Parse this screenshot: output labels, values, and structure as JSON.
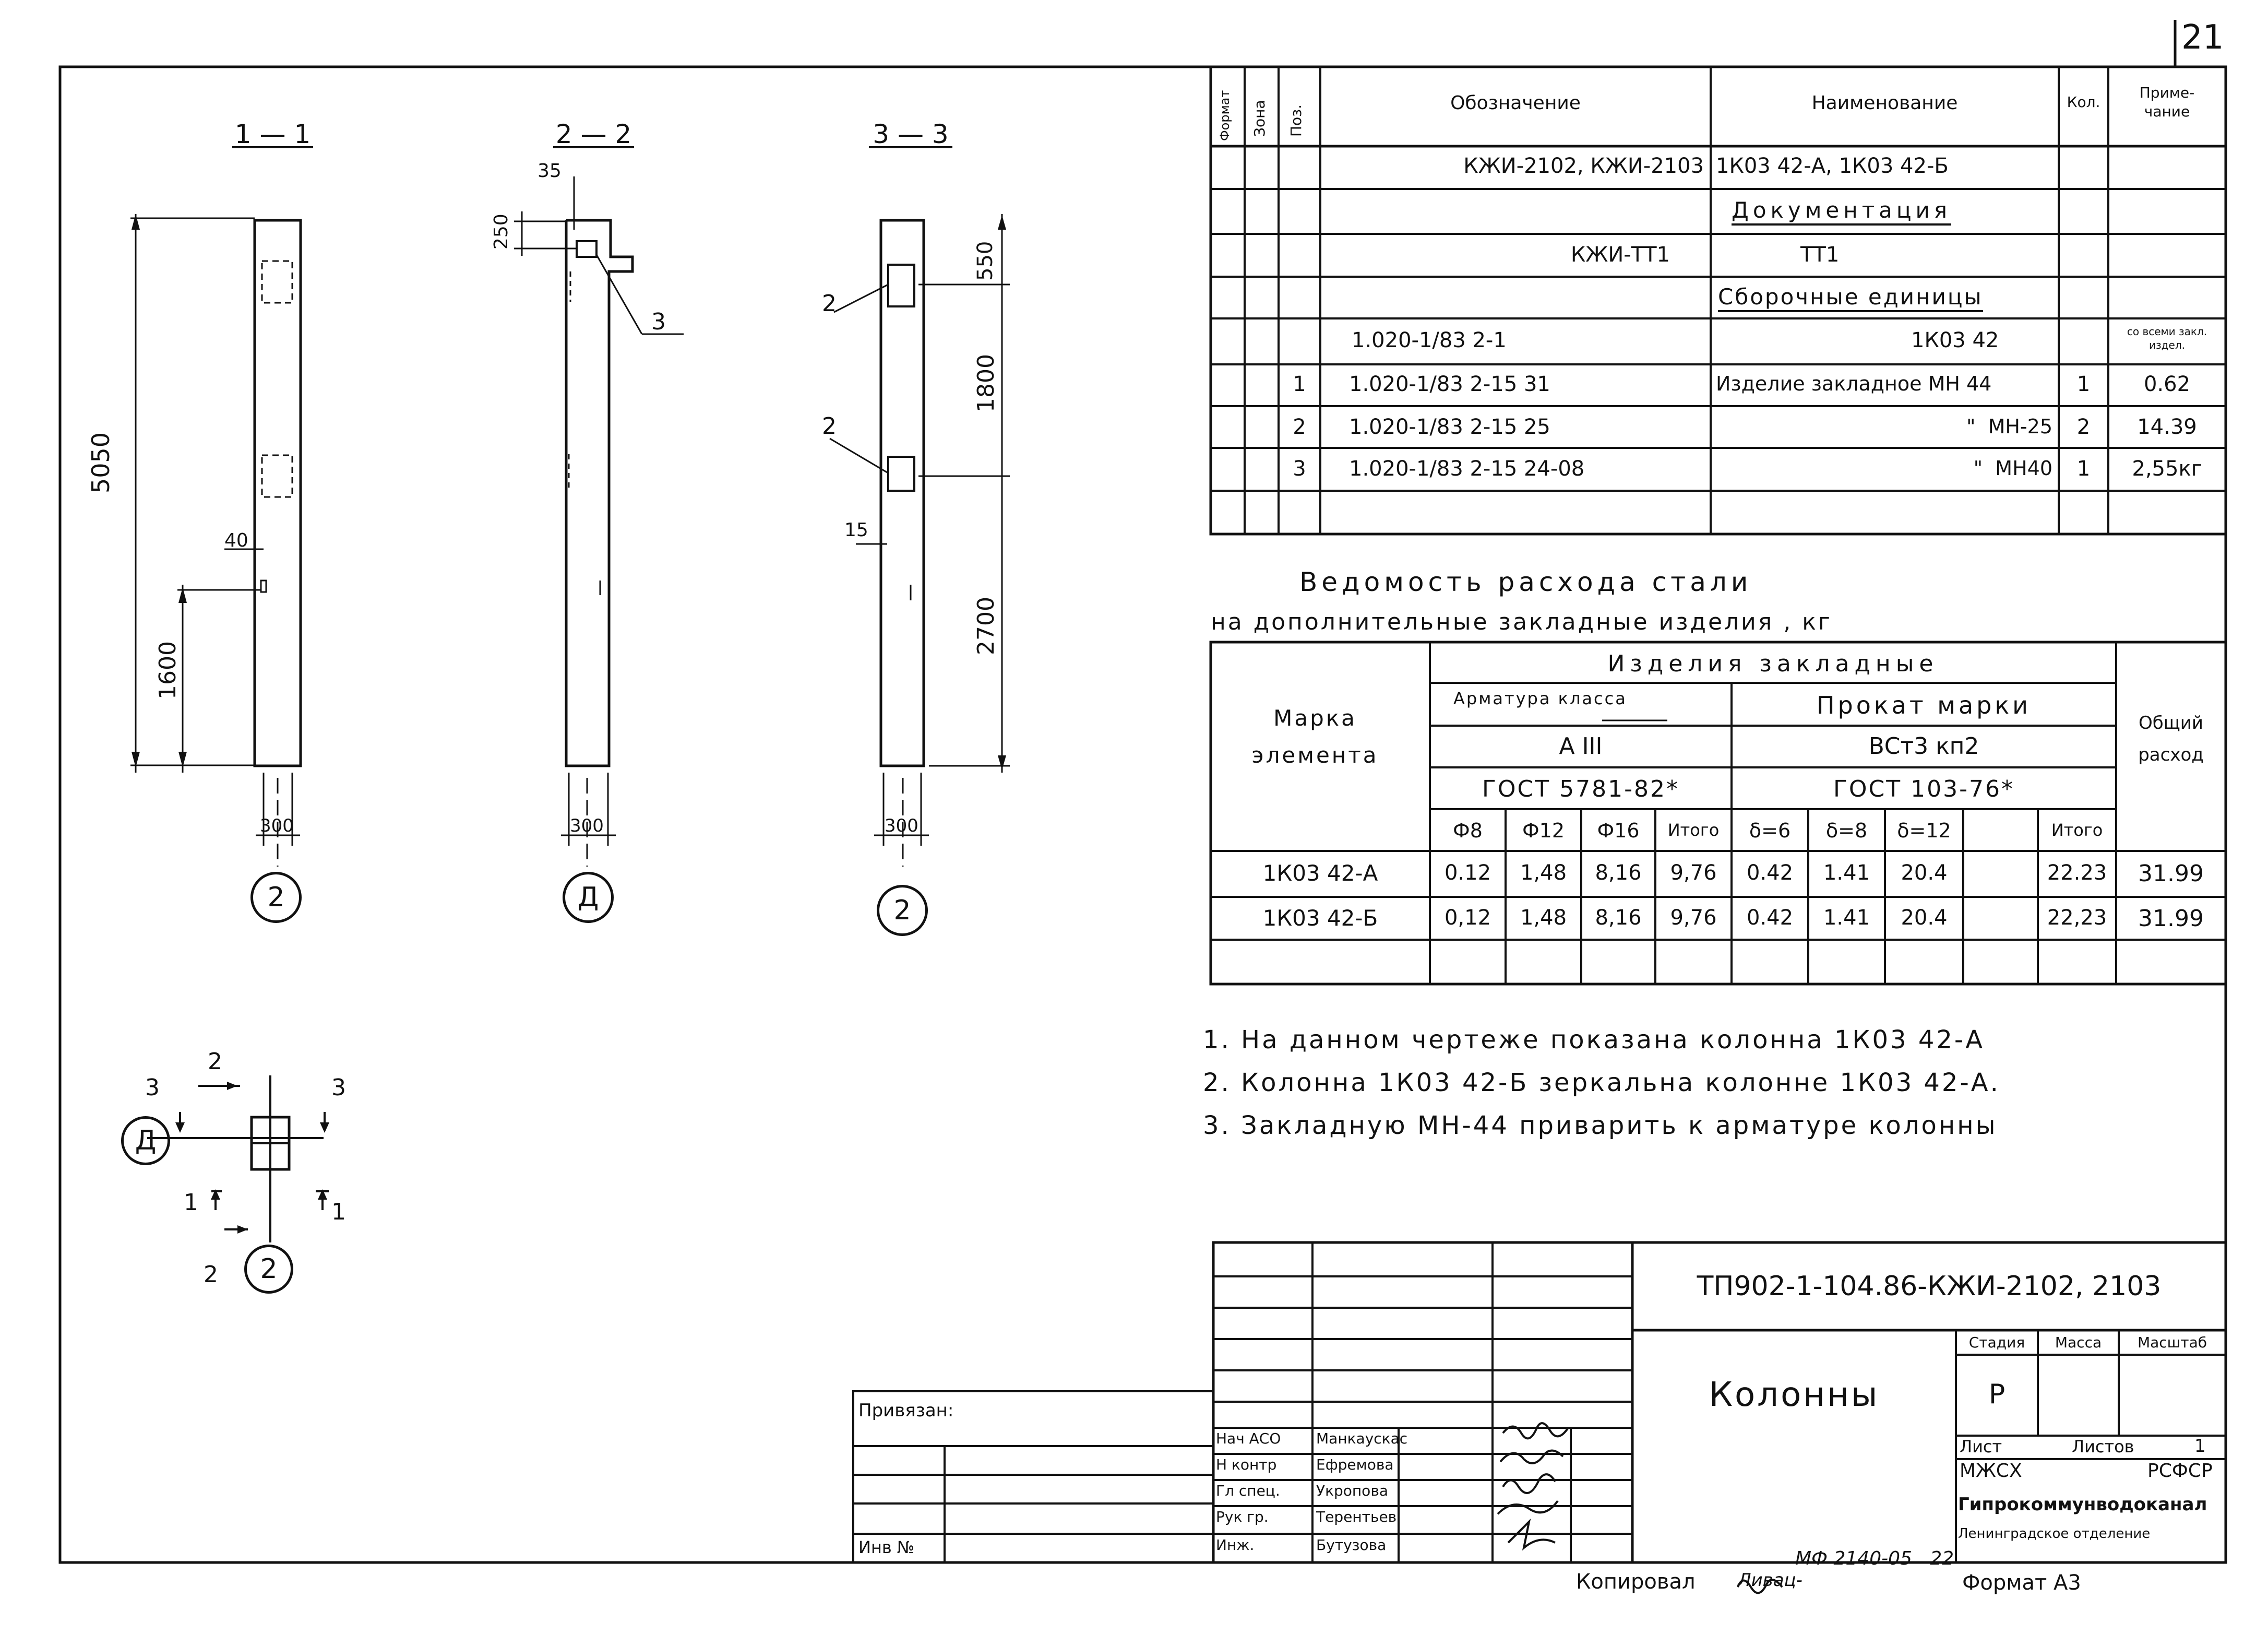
{
  "page_number": "21",
  "sections": {
    "s1": {
      "label": "1 — 1",
      "dims": [
        "5050",
        "1600",
        "40",
        "300"
      ],
      "axis": "2"
    },
    "s2": {
      "label": "2 — 2",
      "dims": [
        "35",
        "250",
        "300"
      ],
      "callout": "3",
      "axis": "Д"
    },
    "s3": {
      "label": "3 — 3",
      "dims": [
        "550",
        "1800",
        "2700",
        "15",
        "300"
      ],
      "callouts": [
        "2",
        "2"
      ],
      "axis": "2"
    }
  },
  "key_plan": {
    "marks": [
      "3",
      "2",
      "3",
      "1",
      "1",
      "2"
    ],
    "axes": [
      "Д",
      "2"
    ]
  },
  "spec": {
    "headers": [
      "Формат",
      "Зона",
      "Поз.",
      "Обозначение",
      "Наименование",
      "Кол.",
      "Приме-\nчание"
    ],
    "rows": [
      {
        "pos": "",
        "designation": "КЖИ-2102, КЖИ-2103",
        "name": "1К03 42-А, 1К03 42-Б",
        "qty": "",
        "note": ""
      },
      {
        "pos": "",
        "designation": "",
        "name": "Документация",
        "qty": "",
        "note": ""
      },
      {
        "pos": "",
        "designation": "КЖИ-ТТ1",
        "name": "ТТ1",
        "qty": "",
        "note": ""
      },
      {
        "pos": "",
        "designation": "",
        "name": "Сборочные единицы",
        "qty": "",
        "note": ""
      },
      {
        "pos": "",
        "designation": "1.020-1/83 2-1",
        "name": "1К03 42",
        "qty": "",
        "note": "со всеми закл. издел."
      },
      {
        "pos": "1",
        "designation": "1.020-1/83 2-15 31",
        "name": "Изделие закладное МН 44",
        "qty": "1",
        "note": "0.62"
      },
      {
        "pos": "2",
        "designation": "1.020-1/83 2-15 25",
        "name": "\"  МН-25",
        "qty": "2",
        "note": "14.39"
      },
      {
        "pos": "3",
        "designation": "1.020-1/83 2-15 24-08",
        "name": "\"  МН40",
        "qty": "1",
        "note": "2,55кг"
      },
      {
        "pos": "",
        "designation": "",
        "name": "",
        "qty": "",
        "note": ""
      }
    ]
  },
  "steel": {
    "title": "Ведомость расхода стали",
    "subtitle": "на дополнительные закладные изделия , кг",
    "h_mark": "Марка элемента",
    "h_group": "Изделия закладные",
    "h_rebar": "Арматура класса",
    "h_rebar_class": "А III",
    "h_rebar_gost": "ГОСТ 5781-82*",
    "h_rolled": "Прокат марки",
    "h_rolled_grade": "ВСт3 кп2",
    "h_rolled_gost": "ГОСТ 103-76*",
    "h_total": "Общий расход",
    "cols": [
      "Ф8",
      "Ф12",
      "Ф16",
      "Итого",
      "δ=6",
      "δ=8",
      "δ=12",
      "",
      "Итого"
    ],
    "rows": [
      {
        "mark": "1К03 42-А",
        "values": [
          "0.12",
          "1,48",
          "8,16",
          "9,76",
          "0.42",
          "1.41",
          "20.4",
          "",
          "22.23"
        ],
        "total": "31.99"
      },
      {
        "mark": "1К03 42-Б",
        "values": [
          "0,12",
          "1,48",
          "8,16",
          "9,76",
          "0.42",
          "1.41",
          "20.4",
          "",
          "22,23"
        ],
        "total": "31.99"
      }
    ]
  },
  "notes": [
    "1. На данном чертеже показана колонна 1К03 42-А",
    "2. Колонна 1К03 42-Б зеркальна колонне 1К03 42-А.",
    "3. Закладную МН-44 приварить к арматуре колонны"
  ],
  "title_block": {
    "code": "ТП902-1-104.86-КЖИ-2102, 2103",
    "title": "Колонны",
    "stage_label": "Стадия",
    "mass_label": "Масса",
    "scale_label": "Масштаб",
    "stage": "Р",
    "sheet_label": "Лист",
    "sheets_label": "Листов",
    "sheets": "1",
    "ministry": "МЖСХ",
    "republic": "РСФСР",
    "org": "Гипрокоммунводоканал",
    "branch": "Ленинградское отделение",
    "roles": [
      "Нач АСО",
      "Н контр",
      "Гл спец.",
      "Рук гр.",
      "Инж."
    ],
    "names": [
      "Манкаускас",
      "Ефремова",
      "Укропова",
      "Терентьев",
      "Бутузова"
    ]
  },
  "linked_label": "Привязан:",
  "inv_label": "Инв №",
  "footer": {
    "copied_label": "Копировал",
    "copied_sig": "Ливац-",
    "number": "МФ 2140-05   22",
    "format": "Формат А3"
  }
}
